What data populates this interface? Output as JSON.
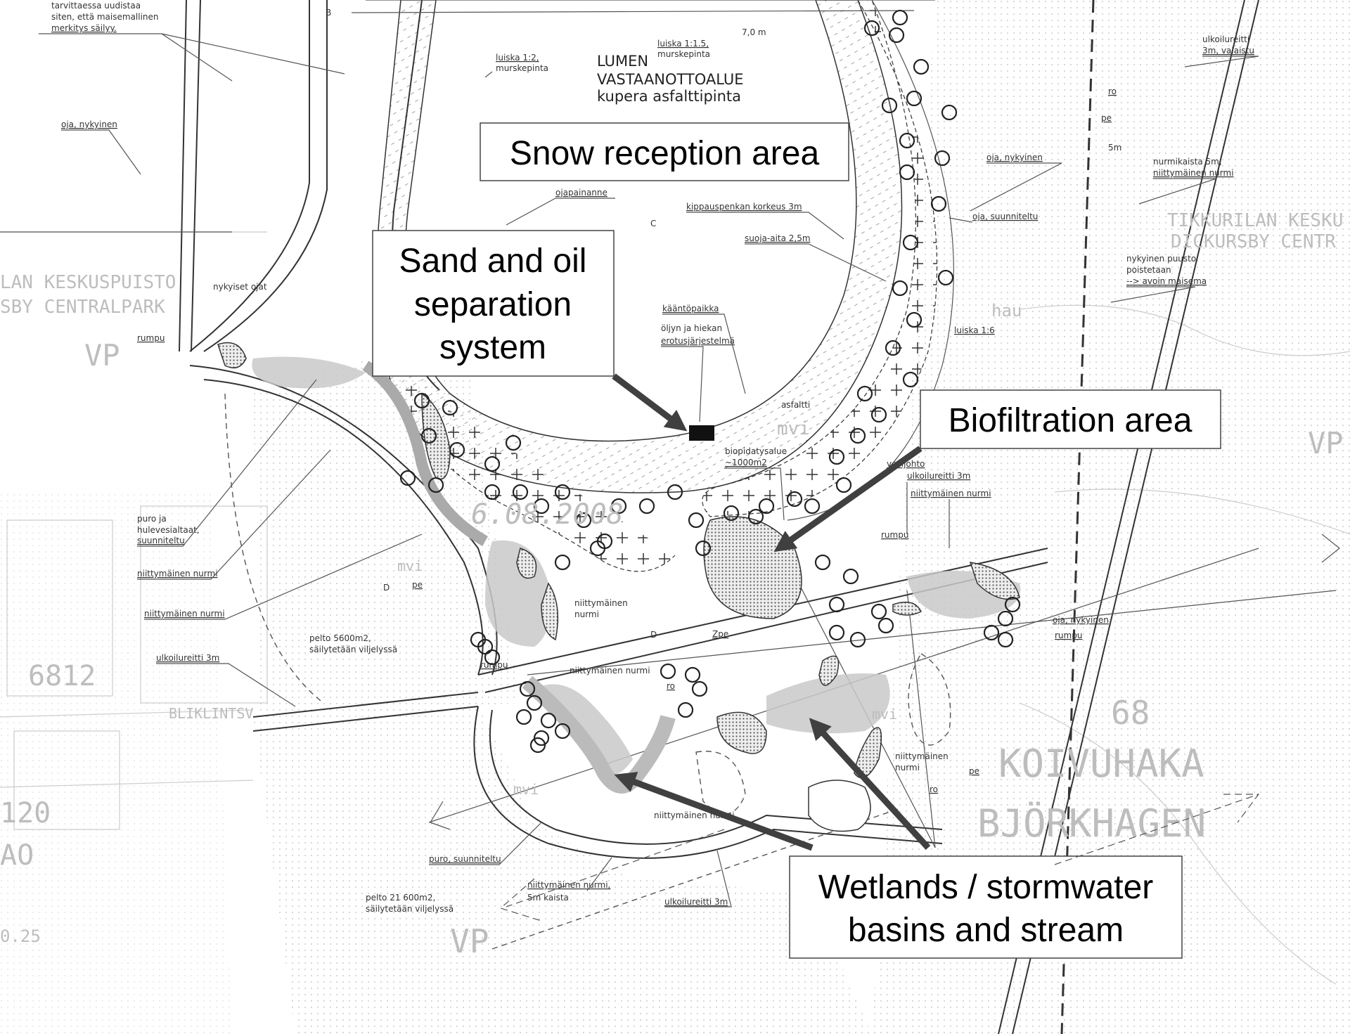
{
  "callouts": {
    "snow": "Snow reception area",
    "sand_line1": "Sand and oil",
    "sand_line2": "separation",
    "sand_line3": "system",
    "biofiltration": "Biofiltration area",
    "wetlands_line1": "Wetlands / stormwater",
    "wetlands_line2": "basins and stream"
  },
  "plan_title": {
    "line1": "LUMEN",
    "line2": "VASTAANOTTOALUE",
    "line3": "kupera asfalttipinta"
  },
  "labels": {
    "note_line1": "tarvittaessa uudistaa",
    "note_line2": "siten, että maisemallinen",
    "note_line3": "merkitys säilyy.",
    "oja_nykyinen_left": "oja, nykyinen",
    "nykyiset_ojat": "nykyiset ojat",
    "rumpu_left": "rumpu",
    "section_b": "B",
    "luiska_12_a": "luiska 1:2,",
    "luiska_12_b": "murskepinta",
    "luiska_115_a": "luiska 1:1.5,",
    "luiska_115_b": "murskepinta",
    "width_7m": "7,0 m",
    "ojapainanne": "ojapainanne",
    "kippauspenkan": "kippauspenkan korkeus 3m",
    "suoja_aita": "suoja-aita 2,5m",
    "section_c": "C",
    "kaantopaikka": "kääntöpaikka",
    "oljyn_a": "öljyn ja hiekan",
    "oljyn_b": "erotusjärjestelmä",
    "asfaltti": "asfaltti",
    "biopidatys_a": "biopidatysalue",
    "biopidatys_b": "~1000m2",
    "vesijohto": "vesijohto",
    "ulkoilureitti_mid": "ulkoilureitti 3m",
    "niittymainen_mid": "niittymäinen nurmi",
    "rumpu_mid": "rumpu",
    "oja_nykyinen_right2": "oja, nykyinen",
    "rumpu_right": "rumpu",
    "ulkoilureitti_valaistu_a": "ulkoilureitti",
    "ulkoilureitti_valaistu_b": "3m, valaistu",
    "ro_right": "ro",
    "pe_right": "pe",
    "m5_right": "5m",
    "oja_nykyinen_right": "oja, nykyinen",
    "nurmikaista_a": "nurmikaista 5m,",
    "nurmikaista_b": "niittymäinen nurmi",
    "oja_suunniteltu": "oja, suunniteltu",
    "puusto_a": "nykyinen puusto",
    "puusto_b": "poistetaan",
    "puusto_c": "--> avoin maisema",
    "luiska_16": "luiska 1:6",
    "puro_a": "puro ja",
    "puro_b": "hulevesialtaat,",
    "puro_c": "suunniteltu",
    "niittymainen_left1": "niittymäinen nurmi",
    "niittymainen_left2": "niittymäinen nurmi",
    "ulkoilureitti_left": "ulkoilureitti 3m",
    "pelto_5600_a": "pelto 5600m2,",
    "pelto_5600_b": "säilytetään viljelyssä",
    "rumpu_low": "rumpu",
    "section_d1": "D",
    "pe_left": "pe",
    "niittymainen_c_a": "niittymäinen",
    "niittymainen_c_b": "nurmi",
    "section_d2": "D",
    "zpe": "Zpe",
    "niittymainen_low": "niittymäinen nurmi",
    "ro_low": "ro",
    "puro_suunniteltu": "puro, suunniteltu",
    "niittymainen_kaista_a": "niittymäinen nurmi,",
    "niittymainen_kaista_b": "5m kaista",
    "ulkoilureitti_bottom": "ulkoilureitti 3m",
    "pelto_21600_a": "pelto 21 600m2,",
    "pelto_21600_b": "säilytetään viljelyssä",
    "niittymainen_bottom": "niittymäinen nurmi",
    "niittymainen_right_a": "niittymäinen",
    "niittymainen_right_b": "nurmi",
    "ro_bottom_right": "ro",
    "pe_bottom_right": "pe"
  },
  "background_text": {
    "park_fi": "LAN KESKUSPUISTO",
    "park_sv": "SBY CENTRALPARK",
    "vp_left": "VP",
    "center_fi": "TIKKURILAN KESKU",
    "center_sv": "DICKURSBY CENTR",
    "hau": "hau",
    "vp_right": "VP",
    "mvi_top": "mvi",
    "date_stamp": "6.08.2008",
    "block_6812": "6812",
    "block_68": "68",
    "koivuhaka": "KOIVUHAKA",
    "bjorkhagen": "BJÖRKHAGEN",
    "blk_120": "120",
    "blk_ao": "AO",
    "blk_025": "0.25",
    "bliklintsv": "BLIKLINTSV",
    "vp_bottom": "VP",
    "mvi_left": "mvi",
    "mvi_right": "mvi",
    "mvi_bottom": "mvi"
  },
  "colors": {
    "arrow": "#404040",
    "pond": "#c9c9c9",
    "line": "#333333"
  }
}
